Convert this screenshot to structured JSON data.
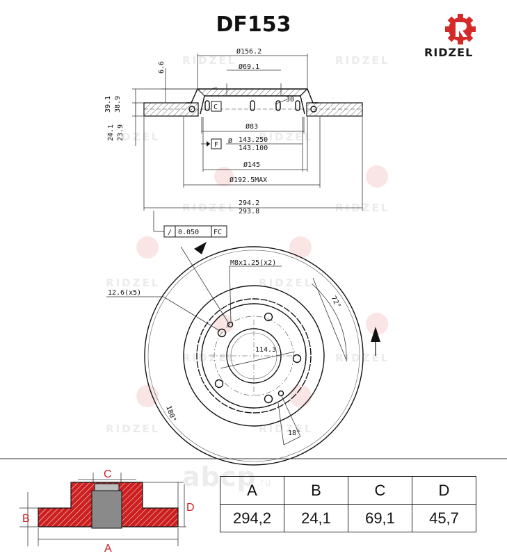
{
  "part_number": "DF153",
  "brand": {
    "name": "RIDZEL",
    "color": "#d42a2a"
  },
  "watermark": "RIDZEL",
  "side_view": {
    "d_outer_flange": "Ø156.2",
    "d_center": "Ø69.1",
    "d_83": "Ø83",
    "d_143_hi": "143.250",
    "d_143_lo": "143.100",
    "d_145": "Ø145",
    "d_192": "Ø192.5MAX",
    "d_294_hi": "294.2",
    "d_294_lo": "293.8",
    "h_6_6": "6.6",
    "h_39_1": "39.1",
    "h_38_9": "38.9",
    "h_24_1": "24.1",
    "h_23_9": "23.9",
    "datum_c": "C",
    "datum_f": "F",
    "phi_symbol": "Ø",
    "chamfer": "30",
    "tolerance_symbol": "/",
    "tolerance_value": "0.050",
    "tolerance_ref": "FC"
  },
  "front_view": {
    "thread": "M8x1.25(x2)",
    "holes": "12.6(x5)",
    "pcd": "114.3",
    "angle_72": "72°",
    "angle_180": "180°",
    "angle_18": "18°"
  },
  "legend": {
    "labels": {
      "a": "A",
      "b": "B",
      "c": "C",
      "d": "D"
    },
    "fill_color": "#cc1f1f"
  },
  "dims_table": {
    "headers": [
      "A",
      "B",
      "C",
      "D"
    ],
    "values": [
      "294,2",
      "24,1",
      "69,1",
      "45,7"
    ]
  },
  "source_watermark": {
    "name": "abcp",
    "suffix": ".ru"
  }
}
